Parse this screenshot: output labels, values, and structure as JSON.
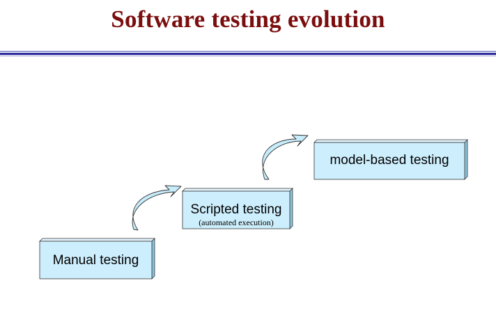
{
  "title": "Software testing evolution",
  "stages": [
    {
      "label": "Manual testing",
      "sublabel": ""
    },
    {
      "label": "Scripted testing",
      "sublabel": "(automated execution)"
    },
    {
      "label": "model-based testing",
      "sublabel": ""
    }
  ],
  "colors": {
    "title": "#7a0d0d",
    "box_fill": "#cdeefc",
    "box_side": "#8cc6e0",
    "box_top": "#e4f6fe",
    "arrow_fill": "#c7ecfb",
    "rule_dark": "#2e2e9a",
    "rule_light": "#9aa0d8"
  }
}
